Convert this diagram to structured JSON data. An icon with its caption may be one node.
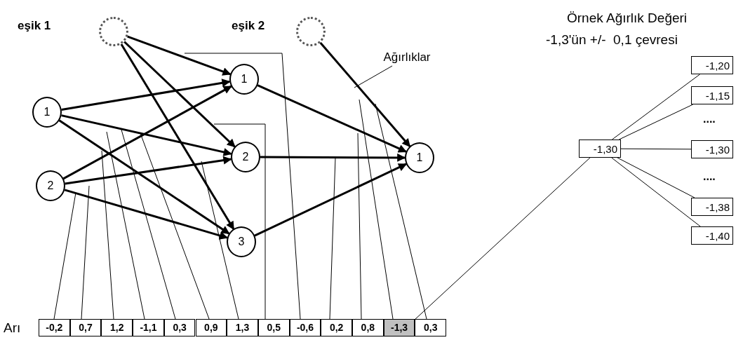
{
  "diagram": {
    "nodes": [
      {
        "text": [],
        "shape": "circle"
      },
      {
        "text": [],
        "shape": "circle"
      },
      {
        "text": [
          "1"
        ]
      },
      {
        "text": [
          "2"
        ]
      },
      {
        "text": [
          "1"
        ]
      },
      {
        "text": [
          "2"
        ]
      },
      {
        "text": [
          "3"
        ]
      },
      {
        "text": [
          "1"
        ]
      },
      {
        "text": [
          "Ağırlıklar"
        ]
      },
      {
        "text": [
          "-0,2"
        ]
      },
      {
        "text": [
          "0,7"
        ]
      },
      {
        "text": [
          "1,2"
        ]
      },
      {
        "text": [
          "-1,1"
        ]
      },
      {
        "text": [
          "0,3"
        ]
      },
      {
        "text": [
          "0,9"
        ]
      },
      {
        "text": [
          "1,3"
        ]
      },
      {
        "text": [
          "0,5"
        ]
      },
      {
        "text": [
          "-0,6"
        ]
      },
      {
        "text": [
          "0,2"
        ]
      },
      {
        "text": [
          "0,8"
        ]
      },
      {
        "text": [
          "-1,3"
        ]
      },
      {
        "text": [
          "0,3"
        ]
      },
      {
        "text": [
          "-1,30"
        ]
      },
      {
        "text": [
          "-1,20"
        ]
      },
      {
        "text": [
          "-1,15"
        ]
      },
      {
        "text": [
          "-1,30"
        ]
      },
      {
        "text": [
          "-1,38"
        ]
      },
      {
        "text": [
          "-1,40"
        ]
      }
    ],
    "edges": [
      {
        "from": 0,
        "to": 4,
        "arrow": "to",
        "style": "thick"
      },
      {
        "from": 0,
        "to": 5,
        "arrow": "to",
        "style": "thick"
      },
      {
        "from": 0,
        "to": 6,
        "arrow": "to",
        "style": "thick"
      },
      {
        "from": 2,
        "to": 4,
        "arrow": "to",
        "style": "thick"
      },
      {
        "from": 2,
        "to": 5,
        "arrow": "to",
        "style": "thick"
      },
      {
        "from": 2,
        "to": 6,
        "arrow": "to",
        "style": "thick"
      },
      {
        "from": 3,
        "to": 4,
        "arrow": "to",
        "style": "thick"
      },
      {
        "from": 3,
        "to": 5,
        "arrow": "to",
        "style": "thick"
      },
      {
        "from": 3,
        "to": 6,
        "arrow": "to",
        "style": "thick"
      },
      {
        "from": 4,
        "to": 7,
        "arrow": "to",
        "style": "thick"
      },
      {
        "from": 5,
        "to": 7,
        "arrow": "to",
        "style": "thick"
      },
      {
        "from": 6,
        "to": 7,
        "arrow": "to",
        "style": "thick"
      },
      {
        "from": 1,
        "to": 7,
        "arrow": "to",
        "style": "thick"
      },
      {
        "from": 8,
        "to": null,
        "arrow": "none"
      },
      {
        "from": 9,
        "to": null,
        "arrow": "none"
      },
      {
        "from": 10,
        "to": null,
        "arrow": "none"
      },
      {
        "from": 11,
        "to": null,
        "arrow": "none"
      },
      {
        "from": 12,
        "to": null,
        "arrow": "none"
      },
      {
        "from": 13,
        "to": null,
        "arrow": "none"
      },
      {
        "from": 14,
        "to": null,
        "arrow": "none"
      },
      {
        "from": 15,
        "to": null,
        "arrow": "none"
      },
      {
        "from": 16,
        "to": null,
        "arrow": "none"
      },
      {
        "from": 17,
        "to": null,
        "arrow": "none"
      },
      {
        "from": 18,
        "to": null,
        "arrow": "none"
      },
      {
        "from": 19,
        "to": null,
        "arrow": "none"
      },
      {
        "from": 20,
        "to": null,
        "arrow": "none"
      },
      {
        "from": 21,
        "to": null,
        "arrow": "none"
      },
      {
        "from": 20,
        "to": 22,
        "arrow": "none"
      },
      {
        "from": 22,
        "to": 23,
        "arrow": "none"
      },
      {
        "from": 22,
        "to": 24,
        "arrow": "none"
      },
      {
        "from": 22,
        "to": 25,
        "arrow": "none"
      },
      {
        "from": 22,
        "to": 26,
        "arrow": "none"
      },
      {
        "from": 22,
        "to": 27,
        "arrow": "none"
      }
    ],
    "labels": [
      "eşik 1",
      "eşik 2",
      "Örnek Ağırlık Değeri",
      "-1,3'ün +/-  0,1 çevresi",
      "....",
      "....",
      "Arı"
    ]
  }
}
